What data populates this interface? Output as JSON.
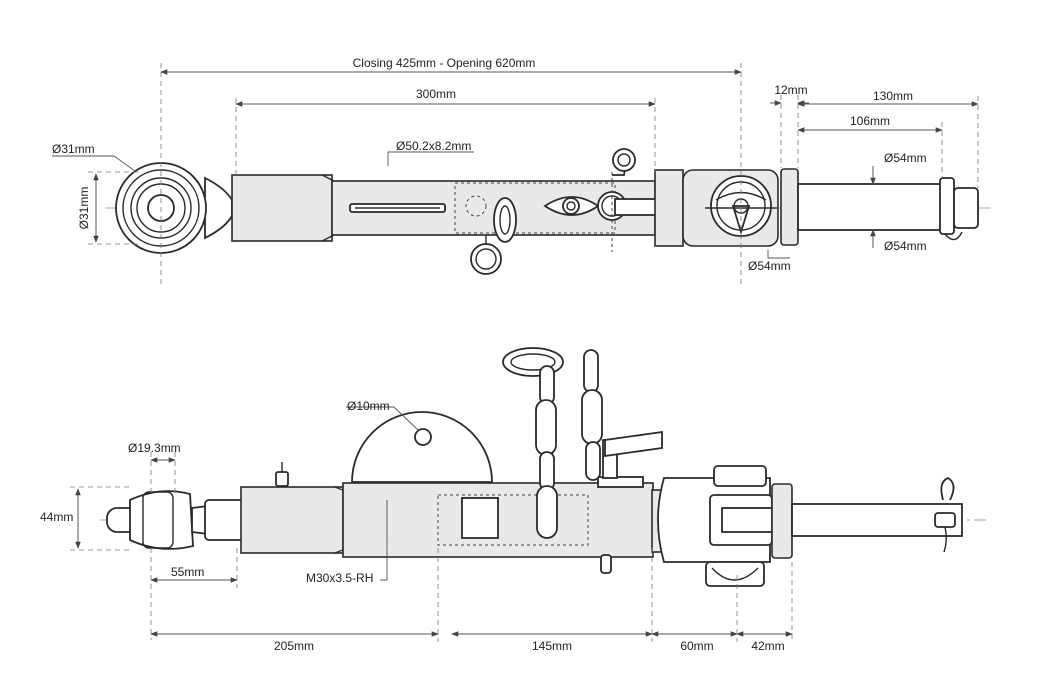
{
  "top_view": {
    "overall_length": "Closing 425mm - Opening 620mm",
    "tube_length": "300mm",
    "tube_diameter": "Ø50.2x8.2mm",
    "eye_outer": "Ø31mm",
    "eye_height": "Ø31mm",
    "collar_width": "12mm",
    "pin_total": "130mm",
    "pin_length": "106mm",
    "pin_dia_top": "Ø54mm",
    "pin_dia_bottom": "Ø54mm",
    "collar_dia": "Ø54mm"
  },
  "side_view": {
    "ball_bore": "Ø19.3mm",
    "ball_height": "44mm",
    "hole_dia": "Ø10mm",
    "eye_length": "55mm",
    "thread": "M30x3.5-RH",
    "left_length": "205mm",
    "body_length": "145mm",
    "clevis_length": "60mm",
    "flange_length": "42mm"
  }
}
